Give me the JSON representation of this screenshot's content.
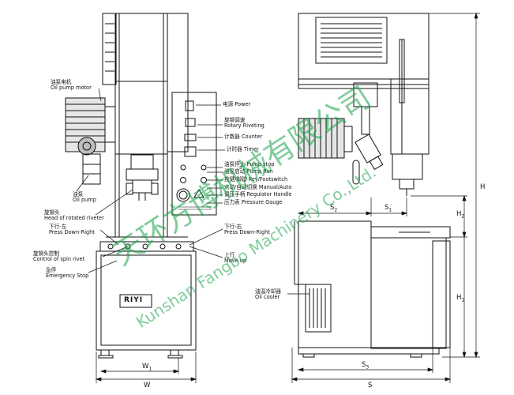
{
  "colors": {
    "line": "#111111",
    "motor_gray": "#7d7d7d",
    "watermark": "#1aa34a",
    "background": "#ffffff"
  },
  "labels": {
    "power": "电源 Power",
    "rotary_cn": "旋铆调速",
    "rotary_en": "Rotary Riveting",
    "counter": "计数器 Counter",
    "timer": "计时器 Timer",
    "pump_stop": "油泵停止 Pump stop",
    "pump_run": "油泵启动 Pump Run",
    "key_switch": "按键/脚踏 Key/Footswitch",
    "manual_auto": "点动/自动切换 Manual/Auto",
    "regulator": "调压手柄 Regulator Handle",
    "pressure_gauge": "压力表 Pressure Gauge",
    "press_down_right_cn": "下行-右",
    "press_down_right_en": "Press Down-Right",
    "move_up_cn": "上行",
    "move_up_en": "Move up",
    "motor_cn": "油泵电机",
    "motor_en": "Oil pump motor",
    "pump_cn": "油泵",
    "pump_en": "Oil pump",
    "head_cn": "旋铆头",
    "head_en": "Head of rotated riveter",
    "press_down_left_cn": "下行-左",
    "press_down_left_en": "Press Down-Right",
    "spin_cn": "旋铆头控制",
    "spin_en": "Control of spin rivet",
    "estop_cn": "急停",
    "estop_en": "Emergency Stop",
    "cooler_cn": "油温冷却器",
    "cooler_en": "Oil cooler",
    "logo": "RIYI"
  },
  "dimensions": {
    "W": "W",
    "W1": "W",
    "W1_sub": "1",
    "S": "S",
    "S1": "S",
    "S1_sub": "1",
    "S2": "S",
    "S2_sub": "2",
    "S3": "S",
    "S3_sub": "3",
    "H": "H",
    "H1": "H",
    "H1_sub": "1",
    "H2": "H",
    "H2_sub": "2"
  },
  "watermark": {
    "cn": "天环方博机械有限公司",
    "en": "Kunshan Fangbo Machinery Co.,Ltd."
  }
}
